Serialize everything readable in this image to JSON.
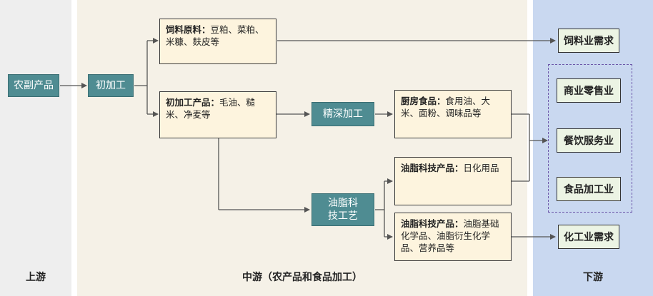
{
  "stages": {
    "upstream": "上游",
    "midstream": "中游（农产品和食品加工）",
    "downstream": "下游"
  },
  "nodes": {
    "farm_products": "农副产品",
    "initial_processing": "初加工",
    "feed_materials": {
      "title": "饲料原料：",
      "text": "豆粕、菜粕、米糠、麸皮等"
    },
    "primary_products": {
      "title": "初加工产品：",
      "text": "毛油、糙米、净麦等"
    },
    "deep_processing": "精深加工",
    "kitchen_food": {
      "title": "厨房食品：",
      "text": "食用油、大米、面粉、调味品等"
    },
    "oil_tech_process": "油脂科技工艺",
    "oil_tech_daily": {
      "title": "油脂科技产品：",
      "text": "日化用品"
    },
    "oil_tech_chem": {
      "title": "油脂科技产品：",
      "text": "油脂基础化学品、油脂衍生化学品、营养品等"
    },
    "feed_demand": "饲料业需求",
    "retail": "商业零售业",
    "catering": "餐饮服务业",
    "food_processing": "食品加工业",
    "chem_demand": "化工业需求"
  },
  "colors": {
    "arrow": "#555555",
    "teal": "#4f8c92",
    "cream": "#fdf4de",
    "green": "#ecf4e4"
  }
}
